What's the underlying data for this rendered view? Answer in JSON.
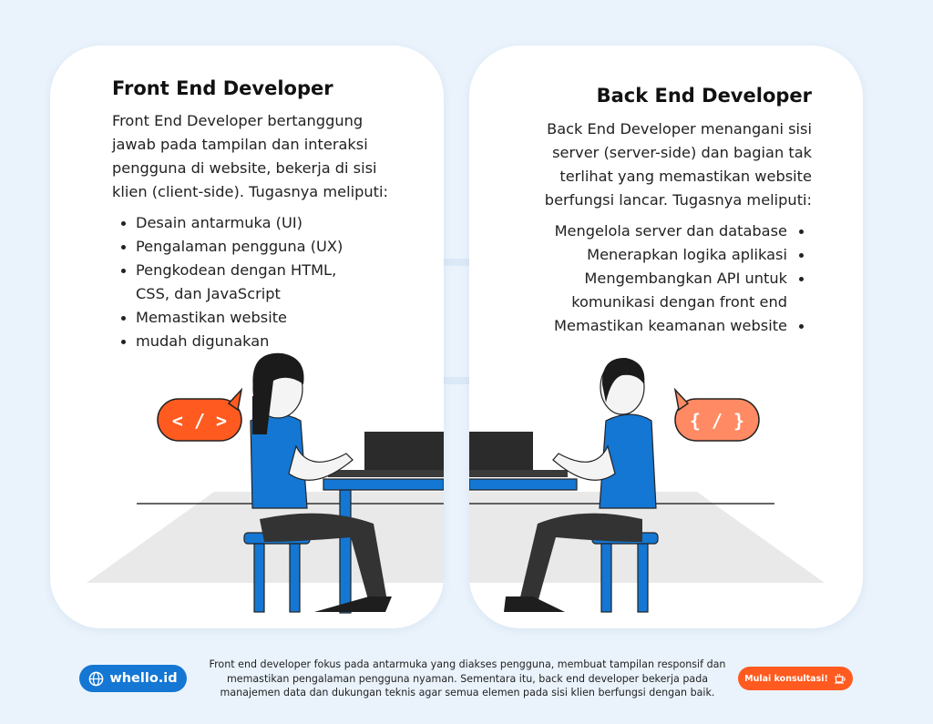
{
  "front_end": {
    "title": "Front End Developer",
    "description": "Front End Developer bertanggung jawab pada tampilan dan interaksi pengguna di website, bekerja di sisi klien (client-side). Tugasnya meliputi:",
    "items": [
      "Desain antarmuka (UI)",
      "Pengalaman pengguna (UX)",
      "Pengkodean dengan HTML, CSS, dan JavaScript",
      "Memastikan website",
      "mudah digunakan"
    ],
    "badge": "< / >"
  },
  "back_end": {
    "title": "Back End Developer",
    "description": "Back End Developer menangani sisi server (server-side) dan bagian tak terlihat yang memastikan website berfungsi lancar. Tugasnya meliputi:",
    "items": [
      "Mengelola server dan database",
      "Menerapkan logika aplikasi",
      "Mengembangkan API untuk komunikasi dengan front end",
      "Memastikan keamanan website"
    ],
    "badge": "{ / }"
  },
  "footer": {
    "logo": "whello.id",
    "text": "Front end developer fokus pada antarmuka yang diakses pengguna, membuat tampilan responsif dan memastikan pengalaman pengguna nyaman. Sementara itu, back end developer bekerja pada manajemen data dan dukungan teknis agar semua elemen pada sisi klien berfungsi dengan baik.",
    "cta": "Mulai konsultasi!"
  },
  "colors": {
    "background": "#eaf3fc",
    "accent_blue": "#1477d4",
    "accent_orange": "#ff5a1f",
    "badge_light_orange": "#ff8a63"
  }
}
